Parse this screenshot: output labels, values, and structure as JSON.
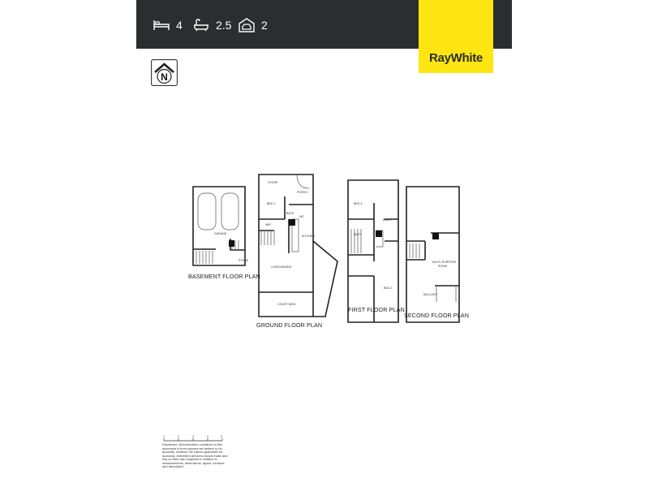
{
  "header": {
    "beds": "4",
    "baths": "2.5",
    "cars": "2"
  },
  "icons": {
    "beds": "bed-icon",
    "baths": "bath-icon",
    "cars": "garage-car-icon",
    "north": "north-arrow-icon"
  },
  "brand": {
    "name": "RayWhite",
    "color": "#ffe512",
    "header_color": "#2b2d2e"
  },
  "compass": {
    "letter": "N"
  },
  "plans": {
    "basement": "BASEMENT FLOOR PLAN",
    "ground": "GROUND FLOOR PLAN",
    "first": "FIRST FLOOR PLAN",
    "second": "SECOND FLOOR PLAN"
  },
  "rooms": {
    "garage": "GARAGE",
    "store": "STORE",
    "porch": "PORCH",
    "bed1": "BED 1",
    "bath": "BATH",
    "wir": "WIR",
    "wc": "WC",
    "kitchen": "KITCHEN",
    "living_dining": "LIVING/DINING",
    "courtyard": "COURTYARD",
    "bed4": "BED 4",
    "bed3": "BED 3",
    "bed2": "BED 2",
    "multi_purpose": "MULTI-PURPOSE",
    "room": "ROOM",
    "balcony": "BALCONY"
  },
  "scale": {
    "ticks": [
      "1",
      "2",
      "3",
      "4",
      "5"
    ]
  },
  "disclaimer": "Disclaimer: All information contained in this document is from sources we believe to be accurate, however we cannot guarantee its accuracy. Interested persons should make and rely on their own enquiries in relation to measurements, dimensions, layout, furniture and description."
}
